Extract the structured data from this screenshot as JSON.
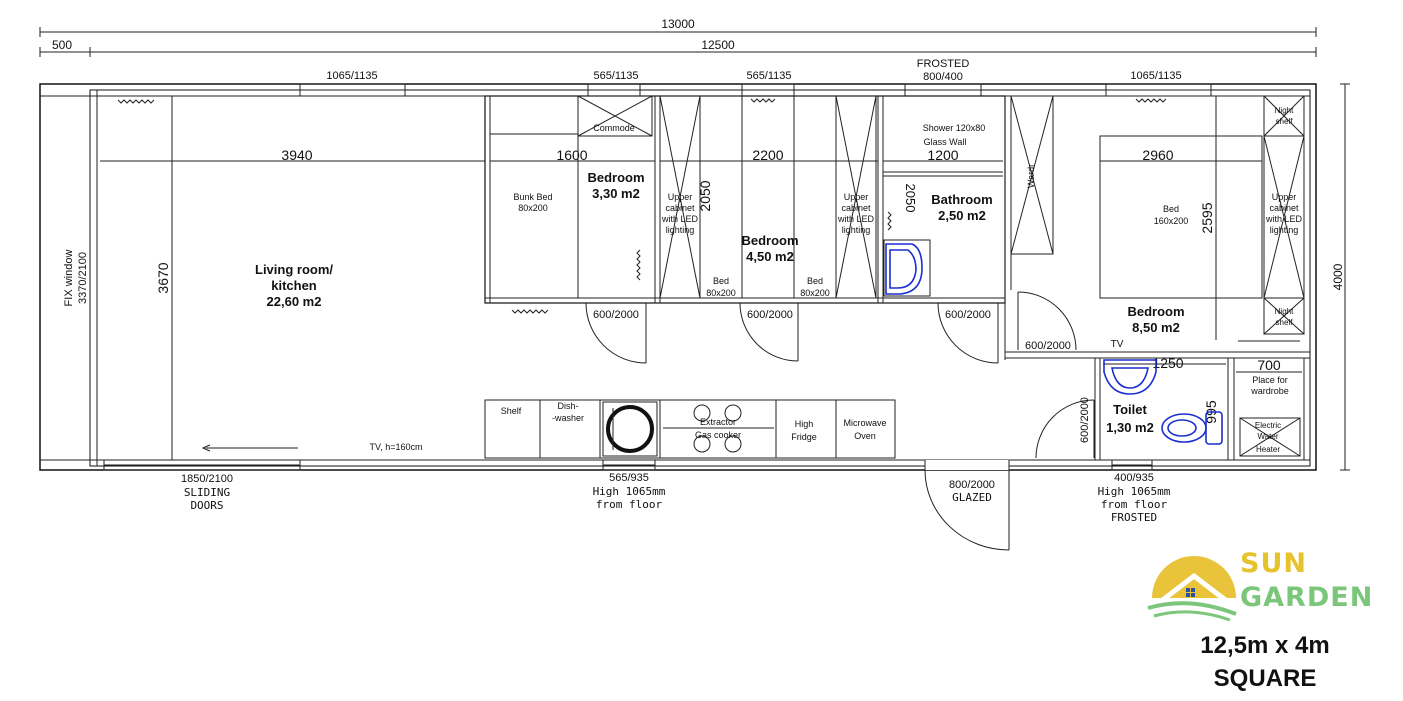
{
  "dimensions": {
    "total_length": "13000",
    "overhang": "500",
    "body_length": "12500",
    "height_overall": "4000",
    "living_width": "3940",
    "living_height": "3670",
    "bedroom1_width": "1600",
    "bedroom2_width": "2200",
    "bathroom_width": "1200",
    "master_width": "2960",
    "master_height": "2595",
    "cabinet_height_1": "2050",
    "shower_height": "2050",
    "toilet_width": "1250",
    "toilet_height": "995",
    "wardrobe_width": "700"
  },
  "windows": {
    "top_w1": "1065/1135",
    "top_w2": "565/1135",
    "top_w3": "565/1135",
    "top_frosted_label": "FROSTED",
    "top_frosted_size": "800/400",
    "top_w5": "1065/1135",
    "fix_window": "FIX window",
    "fix_window_size": "3370/2100",
    "sliding_size": "1850/2100",
    "sliding_label1": "SLIDING",
    "sliding_label2": "DOORS",
    "kitchen_window_size": "565/935",
    "kitchen_window_note1": "High 1065mm",
    "kitchen_window_note2": "from floor",
    "toilet_window_size": "400/935",
    "toilet_window_note1": "High 1065mm",
    "toilet_window_note2": "from floor",
    "toilet_window_note3": "FROSTED"
  },
  "doors": {
    "d1": "600/2000",
    "d2": "600/2000",
    "d3": "600/2000",
    "d4": "600/2000",
    "d5": "600/2000",
    "entrance": "800/2000",
    "entrance_note": "GLAZED"
  },
  "rooms": {
    "living_name1": "Living room/",
    "living_name2": "kitchen",
    "living_area": "22,60 m2",
    "bed1_name": "Bedroom",
    "bed1_area": "3,30 m2",
    "bed2_name": "Bedroom",
    "bed2_area": "4,50 m2",
    "bath_name": "Bathroom",
    "bath_area": "2,50 m2",
    "master_name": "Bedroom",
    "master_area": "8,50 m2",
    "toilet_name": "Toilet",
    "toilet_area": "1,30 m2"
  },
  "furniture": {
    "commode": "Commode",
    "bunk_bed1": "Bunk Bed",
    "bunk_bed2": "80x200",
    "upper_cab1": "Upper",
    "upper_cab2": "cabinet",
    "upper_cab3": "with LED",
    "upper_cab4": "lighting",
    "bed_small1": "Bed",
    "bed_small2": "80x200",
    "shower1": "Shower 120x80",
    "shower2": "Glass Wall",
    "wardrobe_v": "Wardr",
    "bed_large1": "Bed",
    "bed_large2": "160x200",
    "night_shelf1": "Night",
    "night_shelf2": "shelf",
    "tv": "TV",
    "tv_wall": "TV, h=160cm",
    "place_wardrobe1": "Place for",
    "place_wardrobe2": "wardrobe",
    "water_heater1": "Electric",
    "water_heater2": "Water",
    "water_heater3": "Heater",
    "shelf": "Shelf",
    "dishwasher1": "Dish-",
    "dishwasher2": "-washer",
    "extractor1": "Extractor",
    "extractor2": "Gas cooker",
    "fridge1": "High",
    "fridge2": "Fridge",
    "microwave1": "Microwave",
    "microwave2": "Oven"
  },
  "brand": {
    "word1": "SUN",
    "word2": "GARDEN",
    "size_line1": "12,5m x 4m",
    "size_line2": "SQUARE",
    "sun_color": "#e6c22c",
    "garden_color": "#7bc67a"
  }
}
